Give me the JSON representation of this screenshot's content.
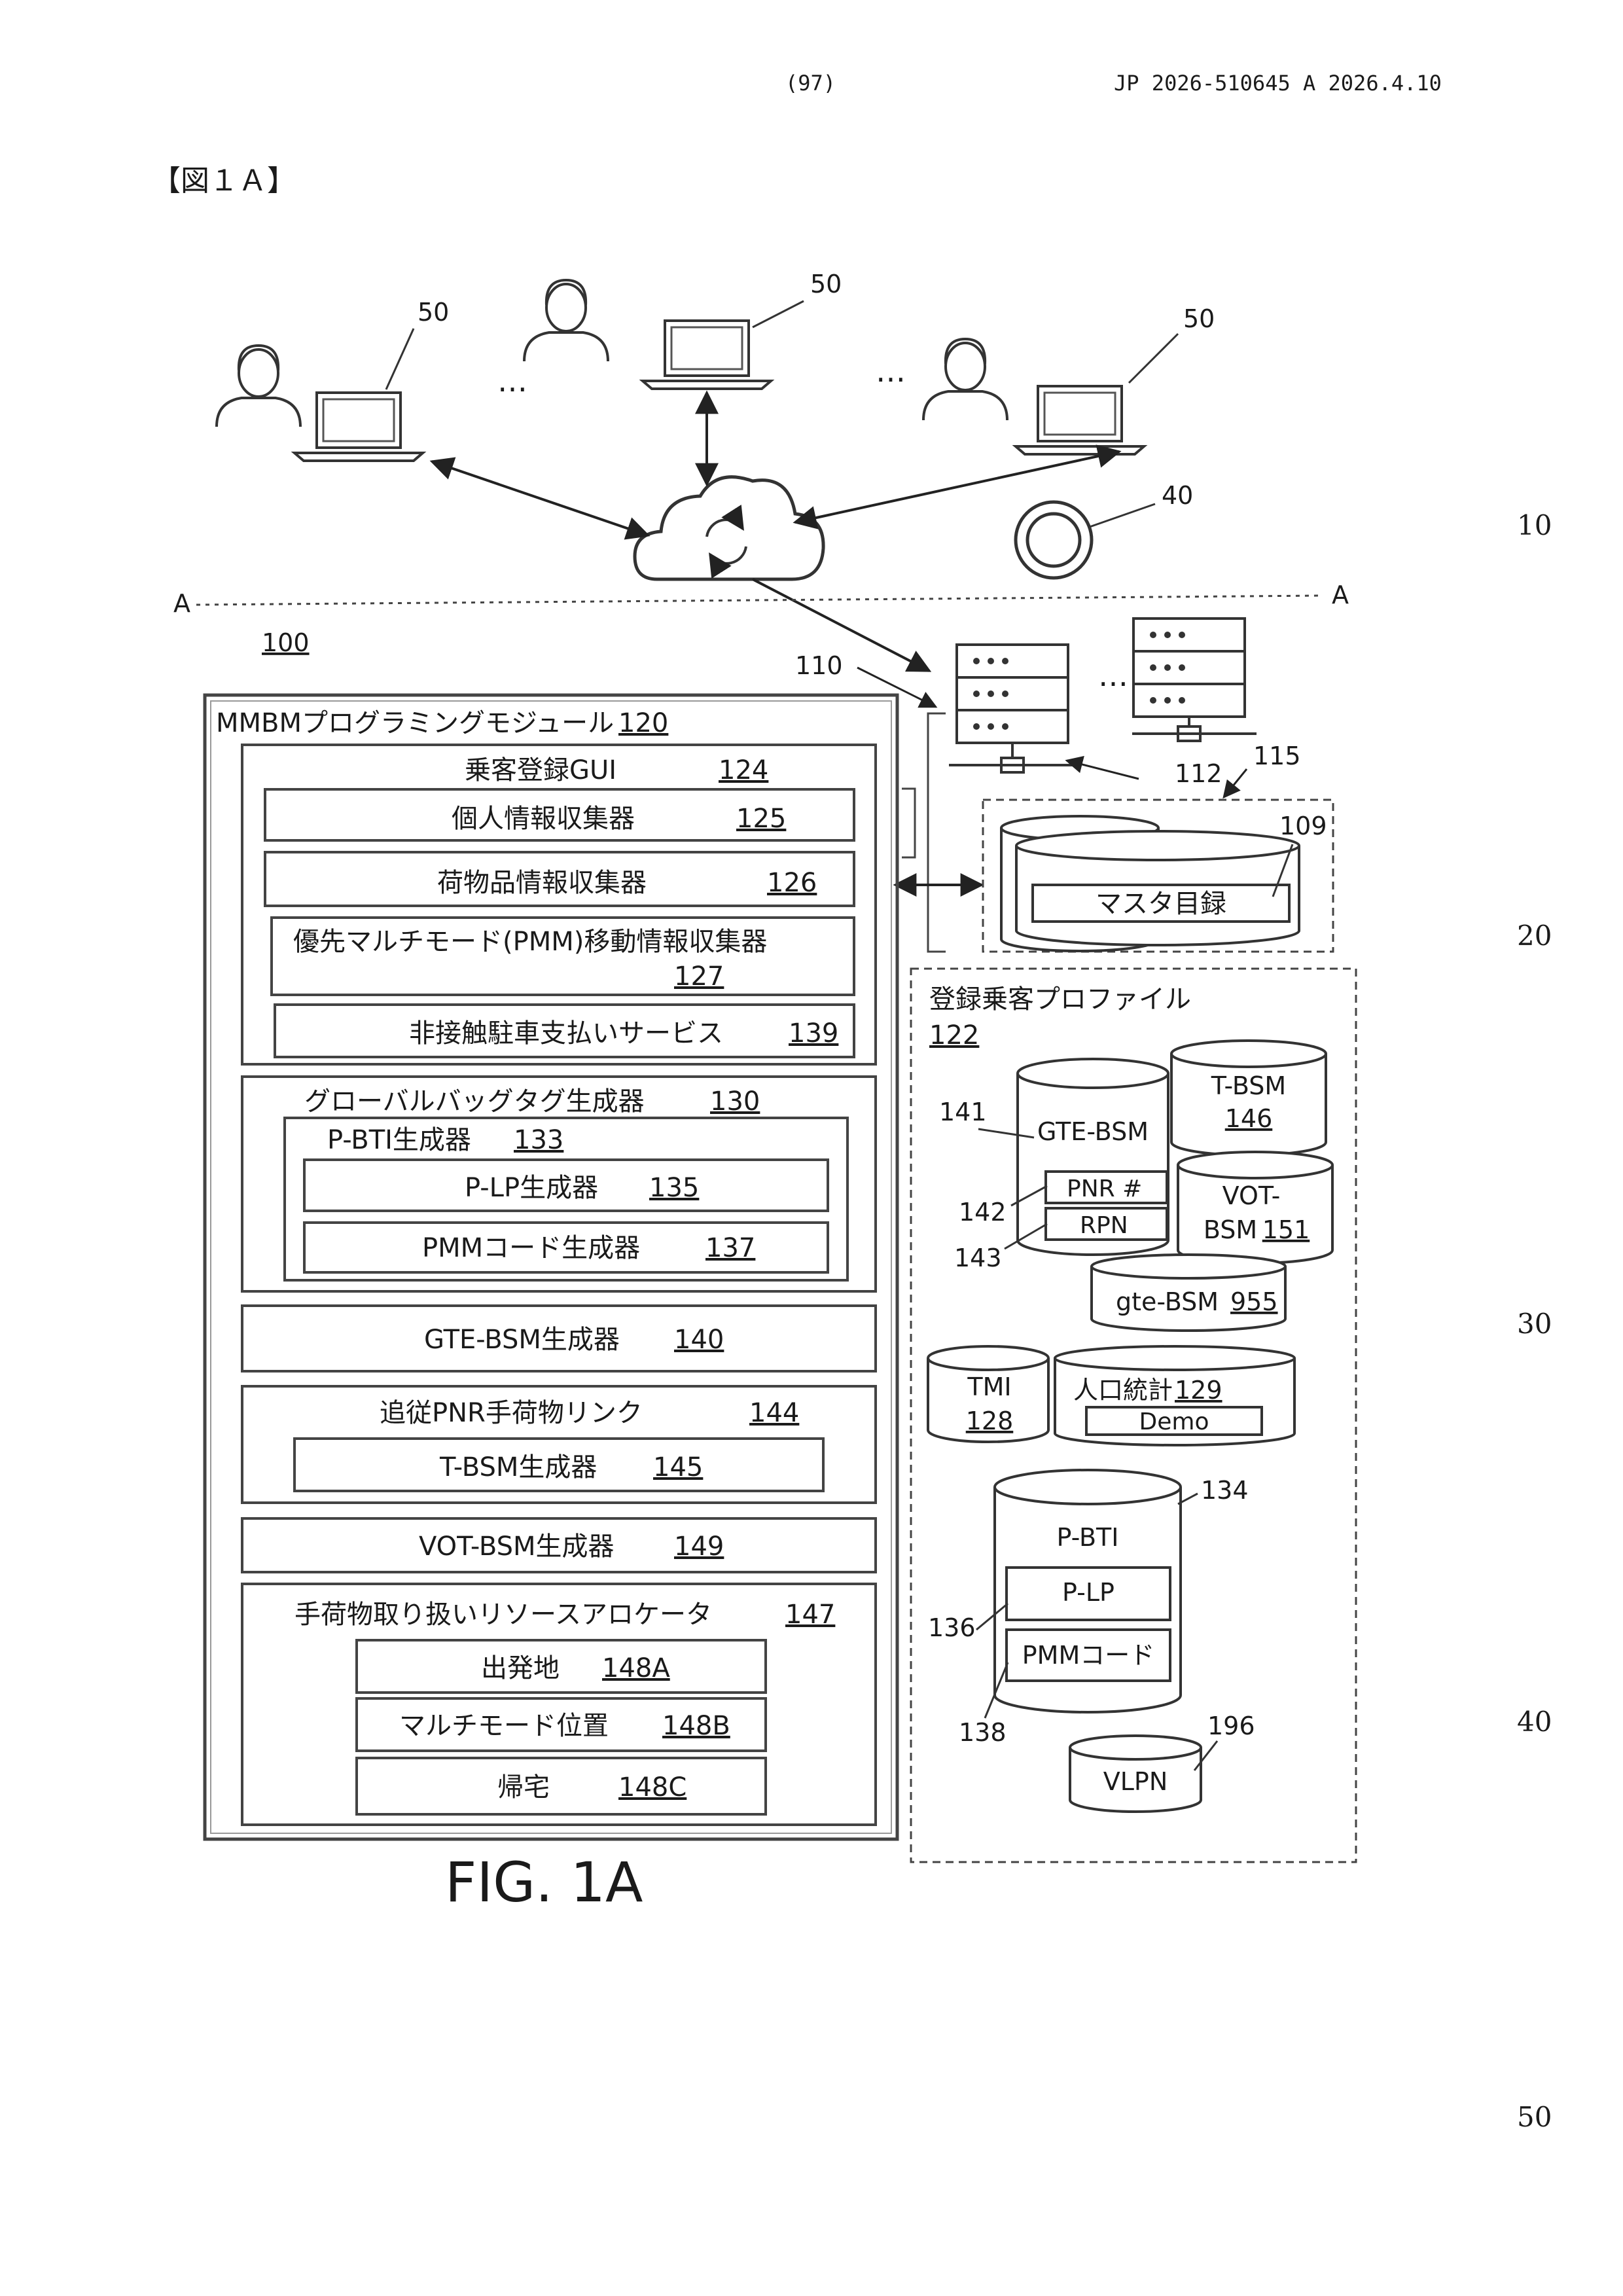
{
  "header": {
    "page": "(97)",
    "pub_no": "JP  2026-510645  A  2026.4.10"
  },
  "figure_label": "【図１Ａ】",
  "line_numbers": [
    "10",
    "20",
    "30",
    "40",
    "50"
  ],
  "figure": {
    "caption": "FIG. 1A",
    "ref_users": "50",
    "ref_device": "40",
    "boundary_label": "A",
    "ellipsis": "…",
    "ref_system": "100",
    "ref_servers": "110",
    "ref_network": "112",
    "ref_db": "115",
    "master": {
      "label": "マスタ目録",
      "ref": "109"
    },
    "module": {
      "label": "MMBMプログラミングモジュール",
      "ref": "120"
    },
    "gui": {
      "label": "乗客登録GUI",
      "ref": "124"
    },
    "personal": {
      "label": "個人情報収集器",
      "ref": "125"
    },
    "baggage_info": {
      "label": "荷物品情報収集器",
      "ref": "126"
    },
    "pmm_info": {
      "label": "優先マルチモード(PMM)移動情報収集器",
      "ref": "127"
    },
    "parking": {
      "label": "非接触駐車支払いサービス",
      "ref": "139"
    },
    "global_tag": {
      "label": "グローバルバッグタグ生成器",
      "ref": "130"
    },
    "pbti_gen": {
      "label": "P-BTI生成器",
      "ref": "133"
    },
    "plp_gen": {
      "label": "P-LP生成器",
      "ref": "135"
    },
    "pmm_code_gen": {
      "label": "PMMコード生成器",
      "ref": "137"
    },
    "gte_gen": {
      "label": "GTE-BSM生成器",
      "ref": "140"
    },
    "pnr_link": {
      "label": "追従PNR手荷物リンク",
      "ref": "144"
    },
    "tbsm_gen": {
      "label": "T-BSM生成器",
      "ref": "145"
    },
    "vot_gen": {
      "label": "VOT-BSM生成器",
      "ref": "149"
    },
    "allocator": {
      "label": "手荷物取り扱いリソースアロケータ",
      "ref": "147"
    },
    "origin": {
      "label": "出発地",
      "ref": "148A"
    },
    "multimode": {
      "label": "マルチモード位置",
      "ref": "148B"
    },
    "home": {
      "label": "帰宅",
      "ref": "148C"
    },
    "profile": {
      "label": "登録乗客プロファイル",
      "ref": "122"
    },
    "gte_bsm": {
      "label": "GTE-BSM",
      "ref": "141"
    },
    "pnr": {
      "label": "PNR #",
      "ref": "142"
    },
    "rpn": {
      "label": "RPN",
      "ref": "143"
    },
    "t_bsm": {
      "label": "T-BSM",
      "ref": "146"
    },
    "vot_bsm": {
      "label1": "VOT-",
      "label2": "BSM",
      "ref": "151"
    },
    "gte_bsm_small": {
      "label": "gte-BSM",
      "ref": "955"
    },
    "tmi": {
      "label": "TMI",
      "ref": "128"
    },
    "demographics": {
      "label": "人口統計",
      "ref": "129",
      "inner": "Demo"
    },
    "p_bti": {
      "label": "P-BTI",
      "ref": "134"
    },
    "p_lp": {
      "label": "P-LP",
      "ref": "136"
    },
    "pmm_code": {
      "label": "PMMコード",
      "ref": "138"
    },
    "vlpn": {
      "label": "VLPN",
      "ref": "196"
    }
  }
}
